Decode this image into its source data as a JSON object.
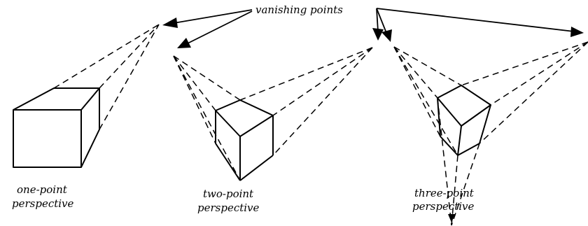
{
  "labels": {
    "vanishing_points": "vanishing points",
    "one_point_line1": "one-point",
    "one_point_line2": "perspective",
    "two_point_line1": "two-point",
    "two_point_line2": "perspective",
    "three_point_line1": "three-point",
    "three_point_line2": "perspective"
  }
}
